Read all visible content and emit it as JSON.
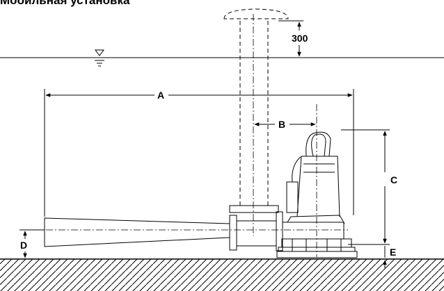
{
  "title": "Мобильная установка",
  "dimensions": {
    "a": "A",
    "b": "B",
    "c": "C",
    "d": "D",
    "e": "E",
    "clearance": "300"
  }
}
